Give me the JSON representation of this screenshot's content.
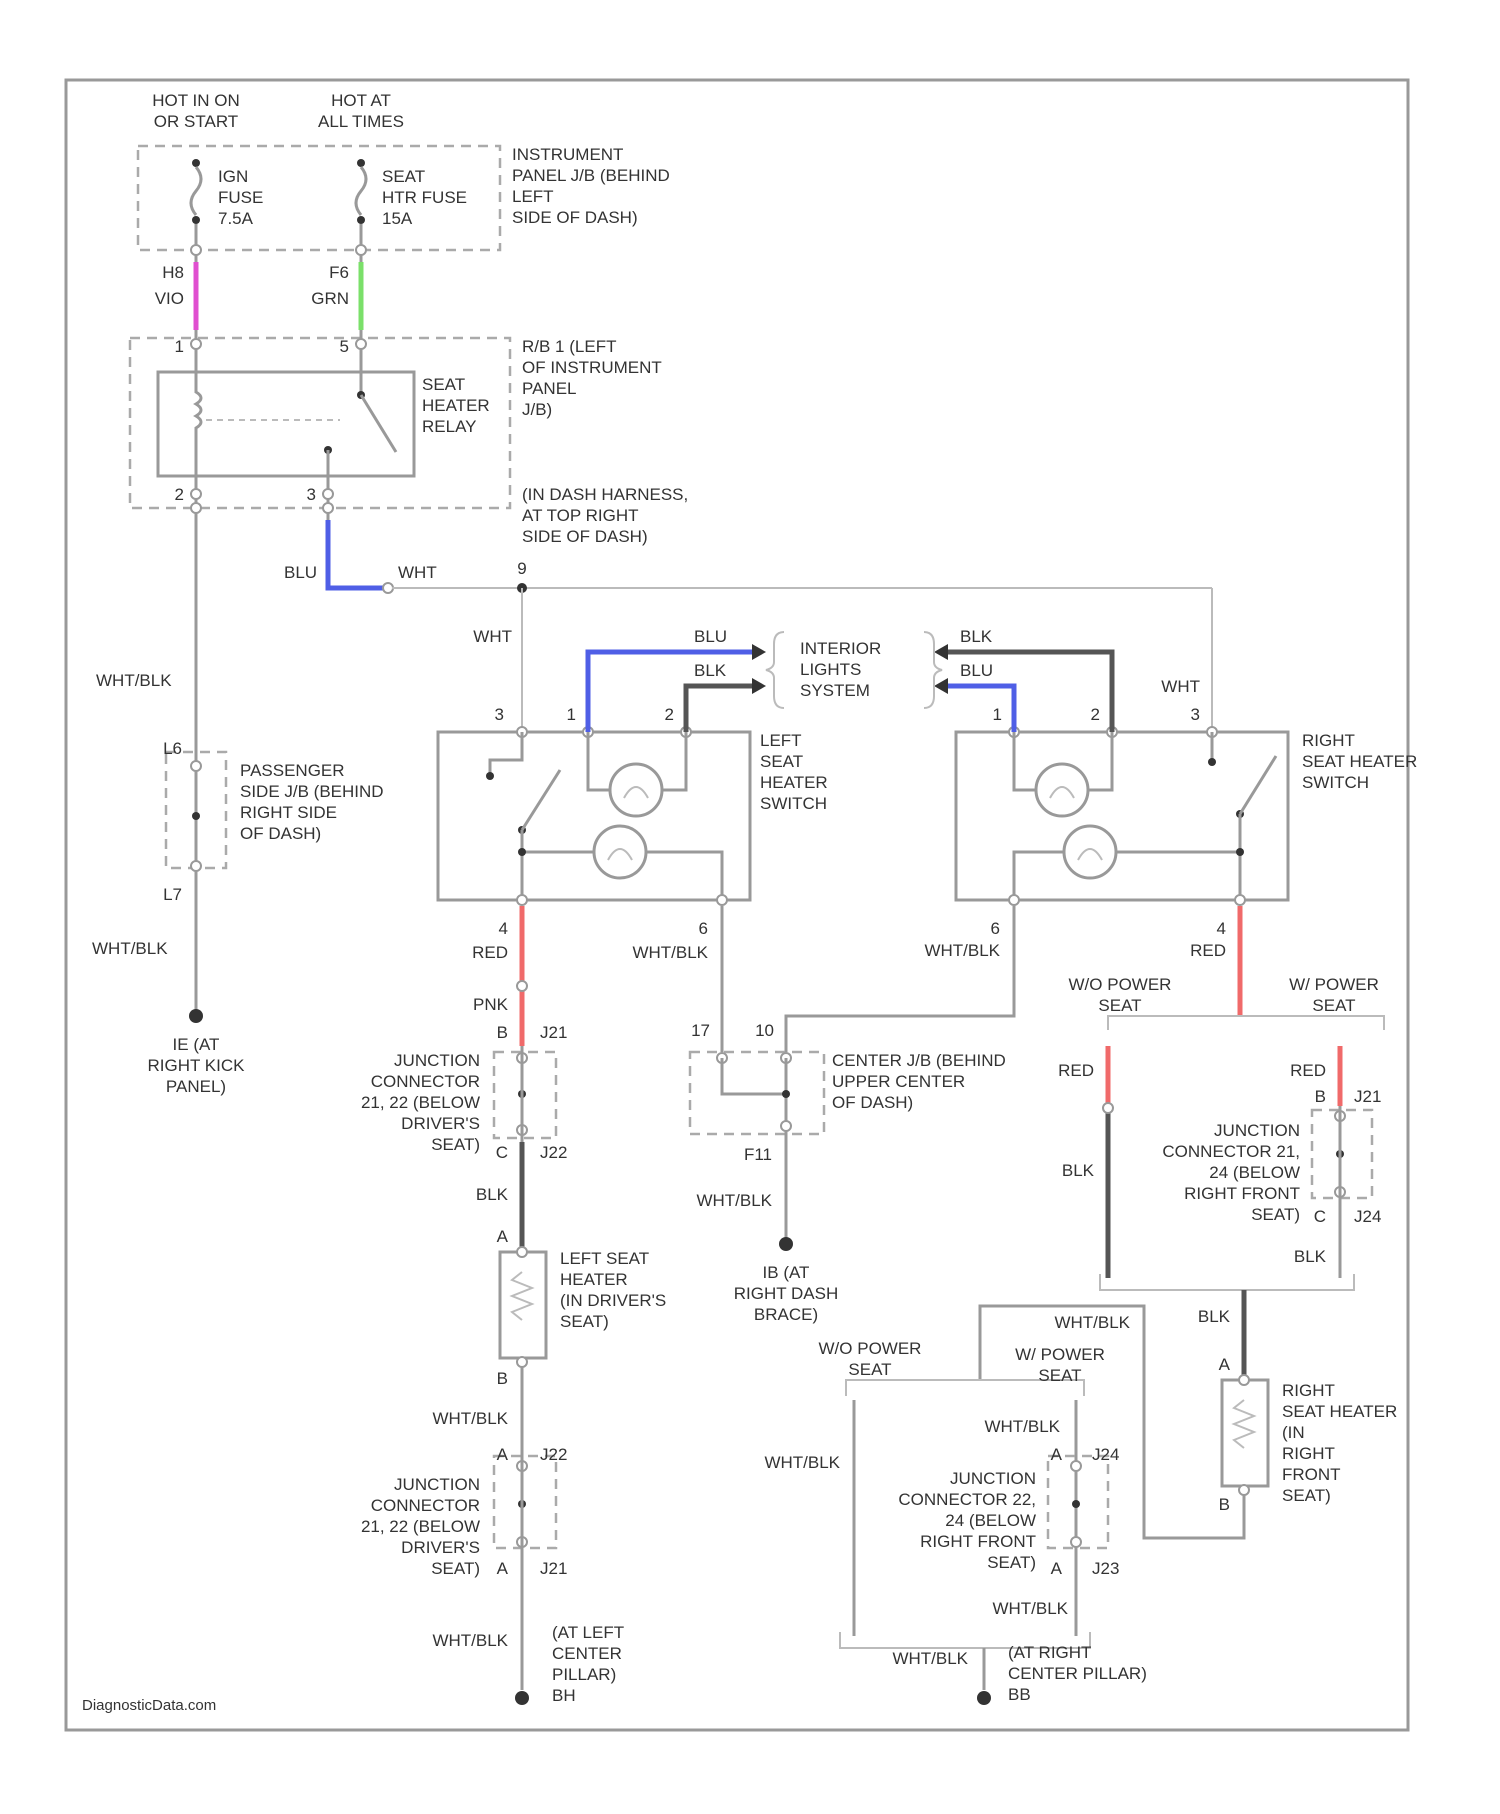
{
  "colors": {
    "violet": "#e04fd0",
    "green": "#7be06a",
    "blue": "#4f5fe6",
    "red": "#f06a6a",
    "black": "#555555",
    "white": "#c8c8c8"
  },
  "source": {
    "hot_run": "HOT IN ON\nOR START",
    "hot_all": "HOT AT\nALL TIMES"
  },
  "fuses": {
    "ign": "IGN\nFUSE\n7.5A",
    "seat": "SEAT\nHTR FUSE\n15A",
    "box": "INSTRUMENT\nPANEL J/B (BEHIND\nLEFT\nSIDE OF DASH)"
  },
  "relay": {
    "label": "SEAT\nHEATER\nRELAY",
    "box": "R/B 1 (LEFT\nOF INSTRUMENT\nPANEL\nJ/B)",
    "harness": "(IN DASH HARNESS,\nAT TOP RIGHT\nSIDE OF DASH)"
  },
  "pins": {
    "h8": "H8",
    "f6": "F6",
    "r1": "1",
    "r5": "5",
    "r2": "2",
    "r3": "3",
    "d9": "9",
    "l6": "L6",
    "l7": "L7",
    "ls1": "1",
    "ls2": "2",
    "ls3": "3",
    "ls4": "4",
    "ls6": "6",
    "rs1": "1",
    "rs2": "2",
    "rs3": "3",
    "rs6": "6",
    "rs4": "4",
    "j1b": "B",
    "j1j": "J21",
    "j1c": "C",
    "j1j2": "J22",
    "cj10": "10",
    "cj17": "17",
    "f11": "F11",
    "j3b": "B",
    "j3j": "J21",
    "j3c": "C",
    "j3j2": "J24",
    "lh_a": "A",
    "lh_b": "B",
    "j2a": "A",
    "j2j": "J22",
    "j2a2": "A",
    "j2j2": "J21",
    "rh_a": "A",
    "rh_b": "B",
    "j4a": "A",
    "j4j": "J24",
    "j4a2": "A",
    "j4j2": "J23"
  },
  "wires": {
    "vio": "VIO",
    "grn": "GRN",
    "blu": "BLU",
    "wht": "WHT",
    "wht2": "WHT",
    "whtblk1": "WHT/BLK",
    "whtblk2": "WHT/BLK",
    "blu2": "BLU",
    "blk2": "BLK",
    "blk3": "BLK",
    "blu3": "BLU",
    "wht3": "WHT",
    "red1": "RED",
    "pnk": "PNK",
    "whtblk3": "WHT/BLK",
    "whtblk4": "WHT/BLK",
    "red2": "RED",
    "blk4": "BLK",
    "whtblk5": "WHT/BLK",
    "red3": "RED",
    "blk5": "BLK",
    "red4": "RED",
    "blk6": "BLK",
    "whtblk6": "WHT/BLK",
    "whtblk7": "WHT/BLK",
    "blk7": "BLK",
    "whtblk8": "WHT/BLK",
    "whtblk9": "WHT/BLK",
    "whtblk10": "WHT/BLK",
    "whtblk11": "WHT/BLK",
    "whtblk12": "WHT/BLK"
  },
  "labels": {
    "passenger_jb": "PASSENGER\nSIDE J/B (BEHIND\nRIGHT SIDE\nOF DASH)",
    "ground_ie": "IE (AT\nRIGHT KICK\nPANEL)",
    "interior": "INTERIOR\nLIGHTS\nSYSTEM",
    "left_switch": "LEFT\nSEAT\nHEATER\nSWITCH",
    "right_switch": "RIGHT\nSEAT HEATER\nSWITCH",
    "junction1": "JUNCTION\nCONNECTOR\n21, 22 (BELOW\nDRIVER'S\nSEAT)",
    "center_jb": "CENTER J/B (BEHIND\nUPPER CENTER\nOF DASH)",
    "wo_power1": "W/O POWER\nSEAT",
    "w_power1": "W/ POWER\nSEAT",
    "junction3": "JUNCTION\nCONNECTOR 21,\n24 (BELOW\nRIGHT FRONT\nSEAT)",
    "left_heater": "LEFT SEAT\nHEATER\n(IN DRIVER'S\nSEAT)",
    "ground_b": "IB (AT\nRIGHT DASH\nBRACE)",
    "wo_power2": "W/O POWER\nSEAT",
    "w_power2": "W/ POWER\nSEAT",
    "right_heater": "RIGHT\nSEAT HEATER\n(IN\nRIGHT\nFRONT\nSEAT)",
    "junction2": "JUNCTION\nCONNECTOR\n21, 22 (BELOW\nDRIVER'S\nSEAT)",
    "junction4": "JUNCTION\nCONNECTOR 22,\n24 (BELOW\nRIGHT FRONT\nSEAT)",
    "ground_left": "(AT LEFT\nCENTER\nPILLAR)\nBH",
    "ground_right": "(AT RIGHT\nCENTER PILLAR)\nBB",
    "watermark": "DiagnosticData.com"
  }
}
